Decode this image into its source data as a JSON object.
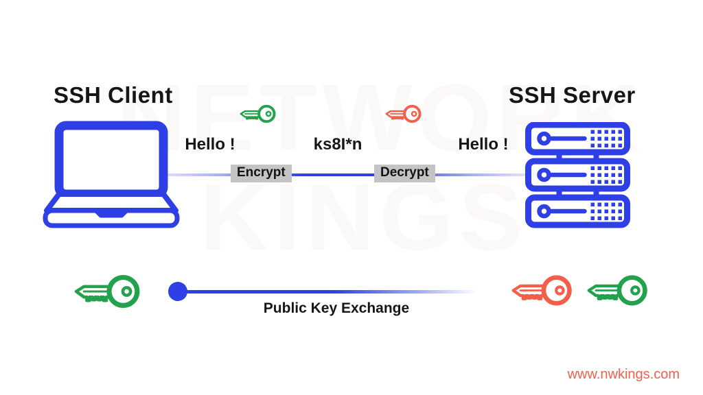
{
  "colors": {
    "blue": "#2e3fe5",
    "green": "#23a24d",
    "coral": "#f45f4a",
    "label_bg": "#c4c4c4",
    "text": "#161616"
  },
  "client": {
    "title": "SSH Client"
  },
  "server": {
    "title": "SSH Server"
  },
  "flow": {
    "hello_client": "Hello !",
    "ciphertext": "ks8I*n",
    "hello_server": "Hello !",
    "encrypt_label": "Encrypt",
    "decrypt_label": "Decrypt"
  },
  "exchange": {
    "label": "Public Key Exchange"
  },
  "watermark": {
    "line1": "NETWORK",
    "line2": "KINGS"
  },
  "footer": {
    "website": "www.nwkings.com"
  },
  "icons": {
    "client_device": "laptop-icon",
    "server_device": "server-rack-icon",
    "encrypt_key": "green-key-icon",
    "decrypt_key": "red-key-icon",
    "client_public_key": "green-key-icon",
    "server_red_key": "red-key-icon",
    "server_green_key": "green-key-icon"
  }
}
